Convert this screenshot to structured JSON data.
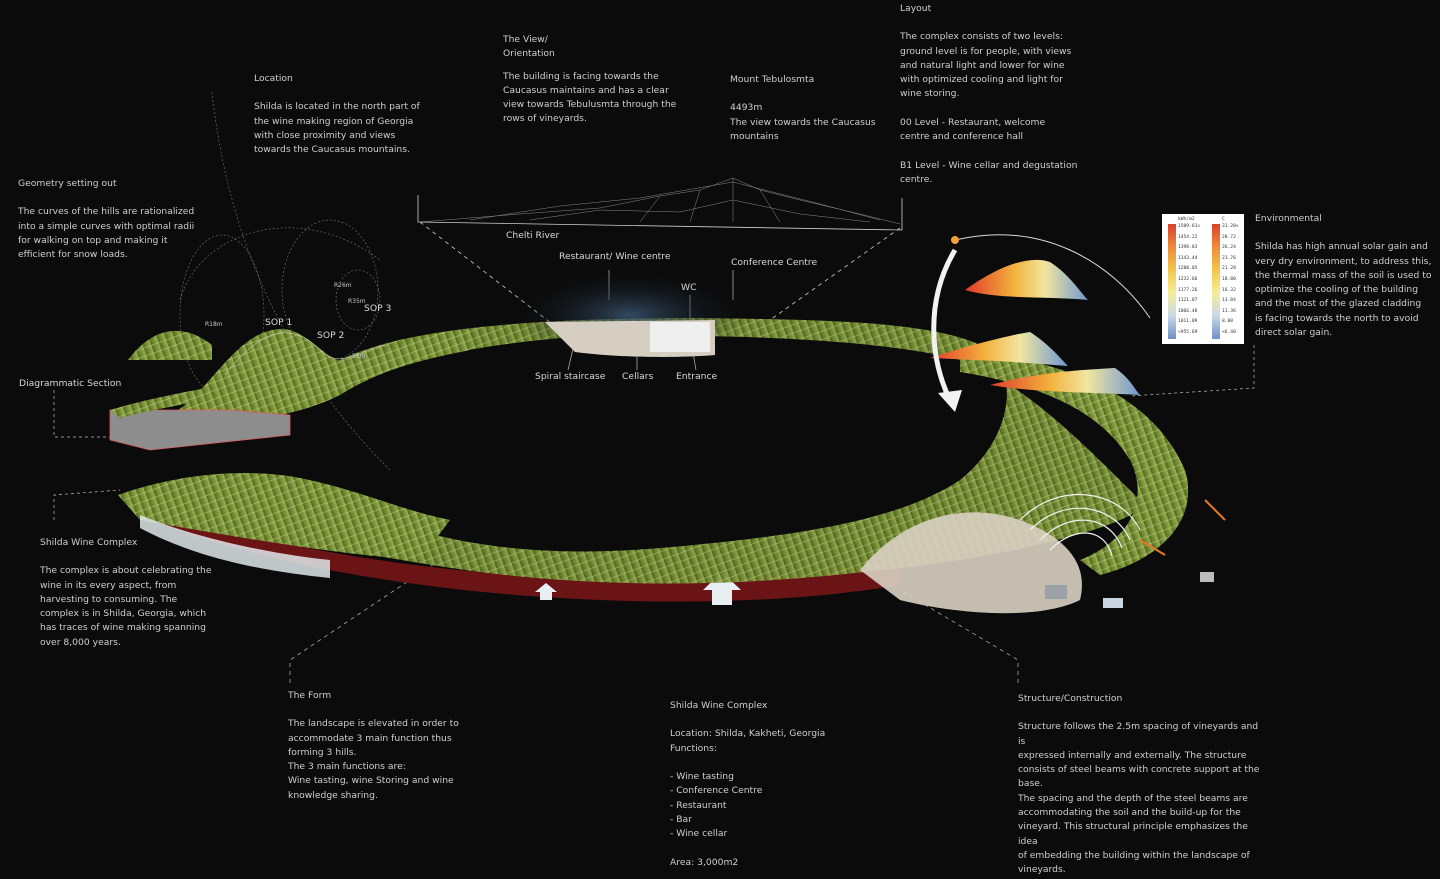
{
  "blocks": {
    "location": {
      "heading": "Location",
      "body": "Shilda is located in the north part of\nthe wine making region of Georgia\nwith close proximity and views\ntowards the Caucasus mountains."
    },
    "view": {
      "heading": "The View/\nOrientation",
      "body": "The building is facing towards the\nCaucasus maintains and has a clear\nview towards Tebulusmta through the\nrows of vineyards."
    },
    "mount": {
      "heading": "Mount Tebulosmta",
      "body": "4493m\nThe view towards the Caucasus\nmountains"
    },
    "layout": {
      "heading": "Layout",
      "body": "The complex consists of two levels:\nground level is for people, with views\nand natural light and lower for wine\nwith optimized cooling and light for\nwine storing.\n\n00 Level - Restaurant, welcome\ncentre and conference hall\n\nB1 Level - Wine cellar and degustation\ncentre."
    },
    "geometry": {
      "heading": "Geometry setting out",
      "body": "The curves of the hills are rationalized\ninto a simple curves with optimal radii\nfor walking on top and making it\nefficient for snow loads."
    },
    "environmental": {
      "heading": "Environmental",
      "body": "Shilda has high annual solar gain and\nvery dry environment, to address this,\nthe thermal mass of the soil is used to\noptimize the cooling of the building\nand the   most of the glazed cladding\nis facing towards the north to avoid\ndirect solar gain."
    },
    "complex_left": {
      "heading": "Shilda Wine Complex",
      "body": "The complex is about celebrating the\nwine in its every aspect, from\nharvesting to consuming. The\ncomplex is in Shilda, Georgia, which\nhas  traces  of wine making spanning\nover 8,000 years."
    },
    "form": {
      "heading": "The Form",
      "body": "The landscape is elevated in order to\naccommodate 3 main function thus\nforming 3 hills.\nThe 3 main functions are:\nWine tasting, wine Storing  and wine\nknowledge sharing."
    },
    "complex_center": {
      "heading": "Shilda Wine Complex",
      "body": "Location: Shilda, Kakheti, Georgia\nFunctions:\n\n- Wine tasting\n- Conference Centre\n- Restaurant\n- Bar\n- Wine cellar\n\nArea: 3,000m2"
    },
    "structure": {
      "heading": "Structure/Construction",
      "body": "Structure follows the 2.5m spacing of vineyards and is\nexpressed internally and externally. The structure\nconsists of steel beams with concrete support at the\nbase.\nThe spacing and the depth of the steel beams are\naccommodating the soil and the build-up for the\nvineyard. This structural principle emphasizes the idea\nof embedding  the building within the landscape of\nvineyards."
    }
  },
  "labels": {
    "chelti": "Chelti River",
    "restaurant": "Restaurant/ Wine centre",
    "conference": "Conference Centre",
    "wc": "WC",
    "spiral": "Spiral staircase",
    "cellars": "Cellars",
    "entrance": "Entrance",
    "sop1": "SOP 1",
    "sop2": "SOP 2",
    "sop3": "SOP 3",
    "diagrammatic": "Diagrammatic Section",
    "r1": "R18m",
    "r2": "R26m",
    "r3": "R35m",
    "r4": "55m"
  },
  "legend": {
    "unit1": "kWh/m2",
    "unit2": "C",
    "ticks1": [
      "1509.61<",
      "1454.22",
      "1398.83",
      "1343.44",
      "1288.05",
      "1232.66",
      "1177.26",
      "1121.87",
      "1066.48",
      "1011.09",
      "<955.69"
    ],
    "ticks2": [
      "31.20<",
      "28.72",
      "26.24",
      "23.76",
      "21.28",
      "18.80",
      "16.32",
      "13.84",
      "11.36",
      "8.88",
      "<6.40"
    ]
  },
  "colors": {
    "background": "#0b0b0b",
    "vineyard": "#7f9a3c",
    "earth": "#6b1416",
    "cladding": "#d9d0c2",
    "heat": "#e0402f",
    "cool": "#7aa3d9"
  }
}
